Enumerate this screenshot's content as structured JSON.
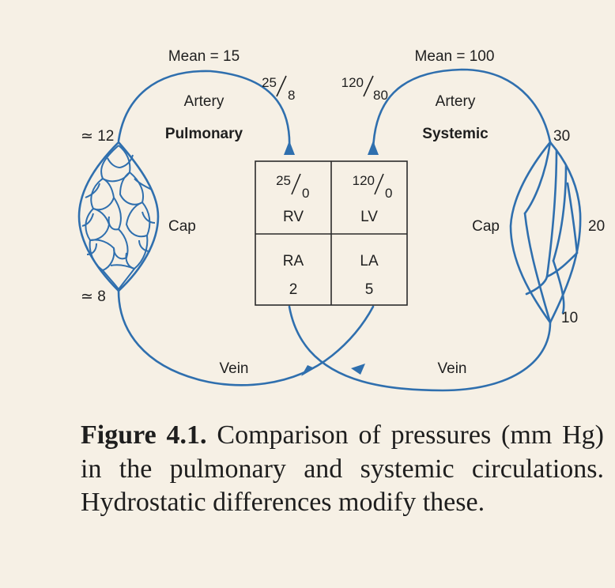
{
  "pulmonary": {
    "mean_label": "Mean = 15",
    "artery_pressure_top": "25",
    "artery_pressure_bottom": "8",
    "artery_label": "Artery",
    "circuit_label": "Pulmonary",
    "arterial_end_pressure": "≃ 12",
    "venous_end_pressure": "≃ 8",
    "cap_label": "Cap",
    "vein_label": "Vein"
  },
  "systemic": {
    "mean_label": "Mean = 100",
    "artery_pressure_top": "120",
    "artery_pressure_bottom": "80",
    "artery_label": "Artery",
    "circuit_label": "Systemic",
    "arterial_end_pressure": "30",
    "mid_cap_pressure": "20",
    "venous_end_pressure": "10",
    "cap_label": "Cap",
    "vein_label": "Vein"
  },
  "heart": {
    "rv": {
      "label": "RV",
      "systolic": "25",
      "diastolic": "0"
    },
    "lv": {
      "label": "LV",
      "systolic": "120",
      "diastolic": "0"
    },
    "ra": {
      "label": "RA",
      "pressure": "2"
    },
    "la": {
      "label": "LA",
      "pressure": "5"
    }
  },
  "caption": {
    "label": "Figure 4.1.",
    "text": " Comparison of pressures (mm Hg) in the pulmonary and systemic circulations. Hydrostatic differences modify these."
  },
  "colors": {
    "vessel": "#2f6fae",
    "background": "#f6f0e5",
    "text": "#1f1f1f"
  }
}
